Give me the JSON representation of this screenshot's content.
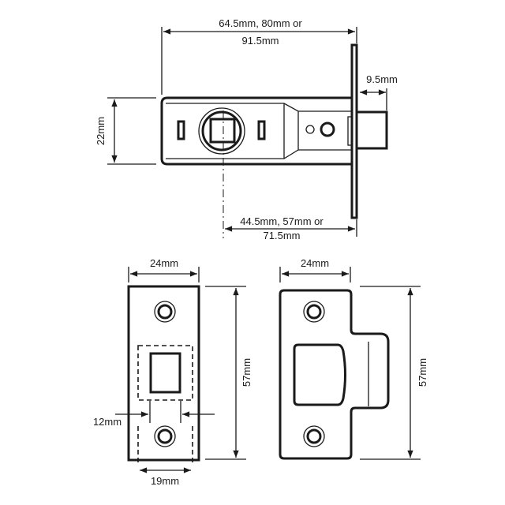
{
  "latch": {
    "backset_line1": "64.5mm, 80mm or",
    "backset_line2": "91.5mm",
    "bolt_throw": "9.5mm",
    "body_height": "22mm",
    "centre_line1": "44.5mm, 57mm or",
    "centre_line2": "71.5mm"
  },
  "keep_plate": {
    "width": "24mm",
    "height": "57mm",
    "opening": "12mm",
    "recess": "19mm"
  },
  "strike_plate": {
    "width": "24mm",
    "height": "57mm"
  },
  "colors": {
    "line": "#1a1a1a",
    "background": "#ffffff"
  }
}
